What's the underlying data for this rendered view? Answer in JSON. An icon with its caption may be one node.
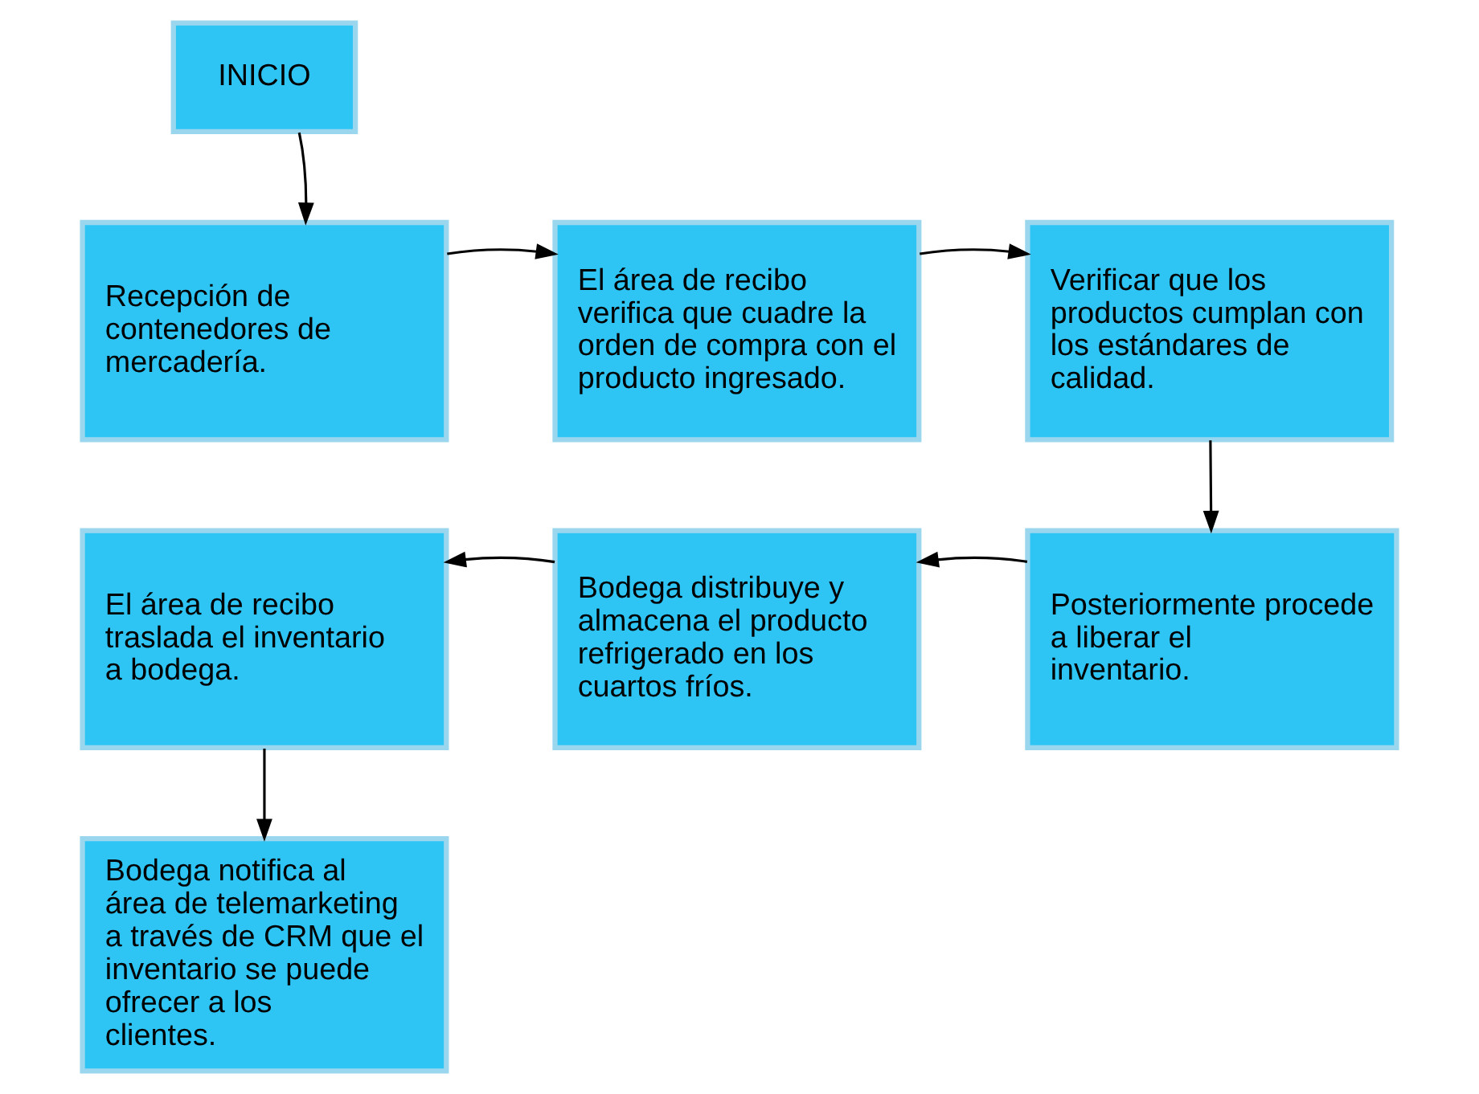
{
  "diagram": {
    "nodes": [
      {
        "text": [
          "INICIO"
        ]
      },
      {
        "text": [
          "Recepción de contenedores de mercadería."
        ]
      },
      {
        "text": [
          "El área de recibo verifica que cuadre la orden de compra con el producto ingresado."
        ]
      },
      {
        "text": [
          "Verificar que los productos cumplan con los estándares de calidad."
        ]
      },
      {
        "text": [
          "Posteriormente procede a liberar el inventario."
        ]
      },
      {
        "text": [
          "Bodega distribuye y almacena el producto refrigerado en los cuartos fríos."
        ]
      },
      {
        "text": [
          "El área de recibo traslada el inventario a bodega."
        ]
      },
      {
        "text": [
          "Bodega notifica al área de telemarketing a través de CRM que el inventario se puede ofrecer a los clientes."
        ]
      }
    ],
    "edges": [
      {
        "from": 0,
        "to": 1,
        "arrow": "to"
      },
      {
        "from": 1,
        "to": 2,
        "arrow": "to"
      },
      {
        "from": 2,
        "to": 3,
        "arrow": "to"
      },
      {
        "from": 3,
        "to": 4,
        "arrow": "to"
      },
      {
        "from": 4,
        "to": 5,
        "arrow": "to"
      },
      {
        "from": 5,
        "to": 6,
        "arrow": "to"
      },
      {
        "from": 6,
        "to": 7,
        "arrow": "to"
      }
    ]
  }
}
